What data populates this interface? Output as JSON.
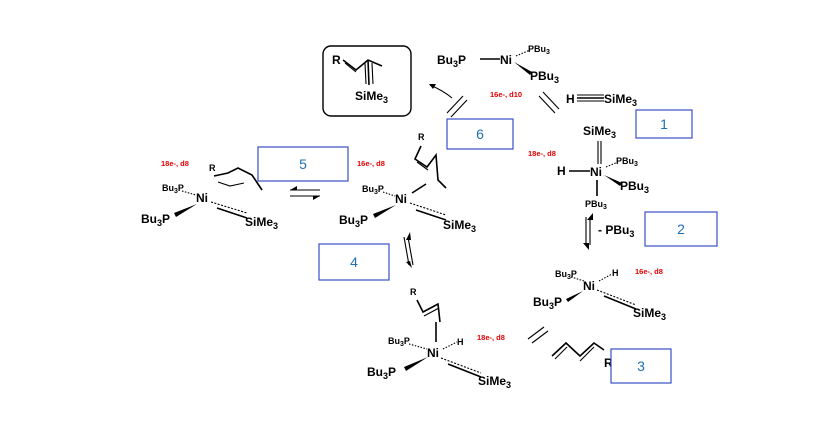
{
  "steps": [
    {
      "id": "1",
      "label": "1"
    },
    {
      "id": "2",
      "label": "2"
    },
    {
      "id": "3",
      "label": "3"
    },
    {
      "id": "4",
      "label": "4"
    },
    {
      "id": "5",
      "label": "5"
    },
    {
      "id": "6",
      "label": "6"
    }
  ],
  "labels": {
    "ni": "Ni",
    "pbu3": "PBu",
    "bu3p": "Bu",
    "sub3": "3",
    "p": "P",
    "sime": "SiMe",
    "h": "H",
    "r": "R",
    "minus_pbu3": "- PBu"
  },
  "electron_counts": {
    "start": "16e-, d10",
    "after_1": "18e-, d8",
    "after_2": "16e-, d8",
    "after_3": "18e-, d8",
    "after_4": "16e-, d8",
    "after_5": "18e-, d8"
  },
  "colors": {
    "box_border": "#3a4fc4",
    "step_number": "#1f6fb5",
    "electron_count": "#e00000"
  }
}
